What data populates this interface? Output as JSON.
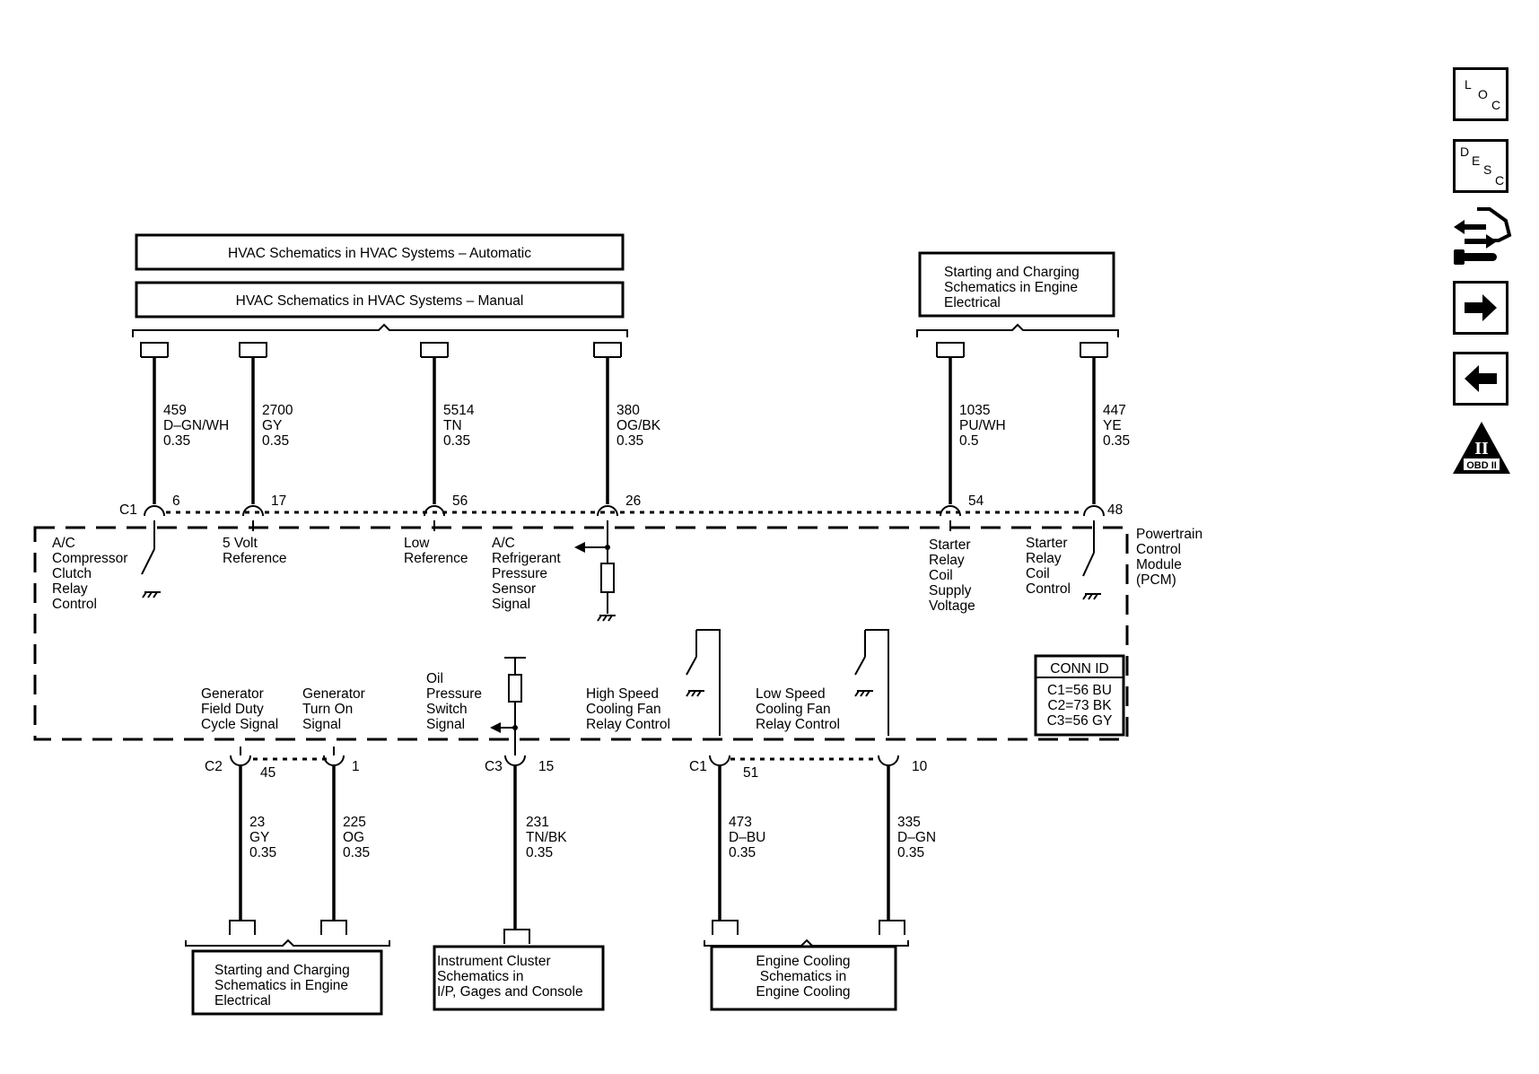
{
  "nav": {
    "loc": {
      "l1": "L",
      "l2": "O",
      "l3": "C"
    },
    "desc": {
      "l1": "D",
      "l2": "E",
      "l3": "S",
      "l4": "C"
    },
    "obd": {
      "numeral": "II",
      "label": "OBD II"
    },
    "icons": [
      "connector-views-icon",
      "next-arrow-icon",
      "previous-arrow-icon",
      "obd-ii-icon"
    ]
  },
  "top_refs": {
    "hvac_auto": "HVAC Schematics in HVAC Systems – Automatic",
    "hvac_manual": "HVAC Schematics in HVAC Systems – Manual",
    "starting_charging": {
      "l1": "Starting and Charging",
      "l2": "Schematics in Engine",
      "l3": "Electrical"
    }
  },
  "bottom_refs": {
    "starting_charging": {
      "l1": "Starting and Charging",
      "l2": "Schematics in Engine",
      "l3": "Electrical"
    },
    "instrument_cluster": {
      "l1": "Instrument Cluster",
      "l2": "Schematics in",
      "l3": "I/P, Gages and Console"
    },
    "engine_cooling": {
      "l1": "Engine Cooling",
      "l2": "Schematics in",
      "l3": "Engine Cooling"
    }
  },
  "top_wires": [
    {
      "circuit": "459",
      "color": "D–GN/WH",
      "gauge": "0.35",
      "pin": "6"
    },
    {
      "circuit": "2700",
      "color": "GY",
      "gauge": "0.35",
      "pin": "17"
    },
    {
      "circuit": "5514",
      "color": "TN",
      "gauge": "0.35",
      "pin": "56"
    },
    {
      "circuit": "380",
      "color": "OG/BK",
      "gauge": "0.35",
      "pin": "26"
    },
    {
      "circuit": "1035",
      "color": "PU/WH",
      "gauge": "0.5",
      "pin": "54"
    },
    {
      "circuit": "447",
      "color": "YE",
      "gauge": "0.35",
      "pin": "48"
    }
  ],
  "bottom_wires": [
    {
      "circuit": "23",
      "color": "GY",
      "gauge": "0.35",
      "pin": "45"
    },
    {
      "circuit": "225",
      "color": "OG",
      "gauge": "0.35",
      "pin": "1"
    },
    {
      "circuit": "231",
      "color": "TN/BK",
      "gauge": "0.35",
      "pin": "15"
    },
    {
      "circuit": "473",
      "color": "D–BU",
      "gauge": "0.35",
      "pin": "51"
    },
    {
      "circuit": "335",
      "color": "D–GN",
      "gauge": "0.35",
      "pin": "10"
    }
  ],
  "connectors": {
    "c1_top": "C1",
    "c2": "C2",
    "c3": "C3",
    "c1_bottom": "C1"
  },
  "module": {
    "l1": "Powertrain",
    "l2": "Control",
    "l3": "Module",
    "l4": "(PCM)"
  },
  "conn_id": {
    "title": "CONN ID",
    "c1": "C1=56 BU",
    "c2": "C2=73 BK",
    "c3": "C3=56 GY"
  },
  "signals": {
    "ac_clutch": [
      "A/C",
      "Compressor",
      "Clutch",
      "Relay",
      "Control"
    ],
    "five_volt": [
      "5 Volt",
      "Reference"
    ],
    "low_ref": [
      "Low",
      "Reference"
    ],
    "ac_pressure": [
      "A/C",
      "Refrigerant",
      "Pressure",
      "Sensor",
      "Signal"
    ],
    "starter_supply": [
      "Starter",
      "Relay",
      "Coil",
      "Supply",
      "Voltage"
    ],
    "starter_control": [
      "Starter",
      "Relay",
      "Coil",
      "Control"
    ],
    "gen_field": [
      "Generator",
      "Field Duty",
      "Cycle Signal"
    ],
    "gen_turn_on": [
      "Generator",
      "Turn On",
      "Signal"
    ],
    "oil_pressure": [
      "Oil",
      "Pressure",
      "Switch",
      "Signal"
    ],
    "high_fan": [
      "High Speed",
      "Cooling Fan",
      "Relay Control"
    ],
    "low_fan": [
      "Low Speed",
      "Cooling Fan",
      "Relay Control"
    ]
  }
}
